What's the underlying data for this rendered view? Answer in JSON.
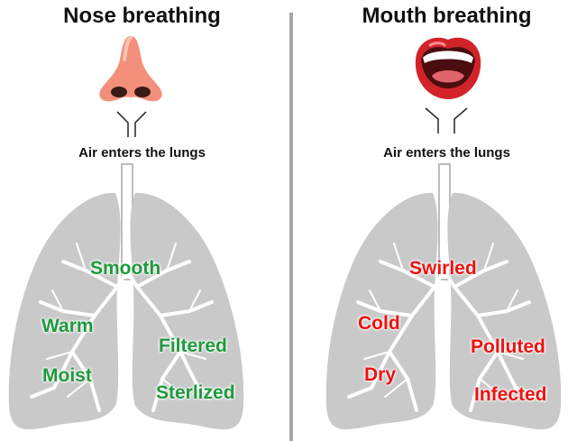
{
  "left": {
    "title": "Nose breathing",
    "subtitle": "Air enters the lungs",
    "labels": [
      "Smooth",
      "Warm",
      "Moist",
      "Filtered",
      "Sterlized"
    ]
  },
  "right": {
    "title": "Mouth breathing",
    "subtitle": "Air enters the lungs",
    "labels": [
      "Swirled",
      "Cold",
      "Dry",
      "Polluted",
      "Infected"
    ]
  },
  "colors": {
    "good": "#1e9a3c",
    "bad": "#ee1111",
    "lung": "#c9c9c9",
    "divider": "#a6a6a6"
  }
}
